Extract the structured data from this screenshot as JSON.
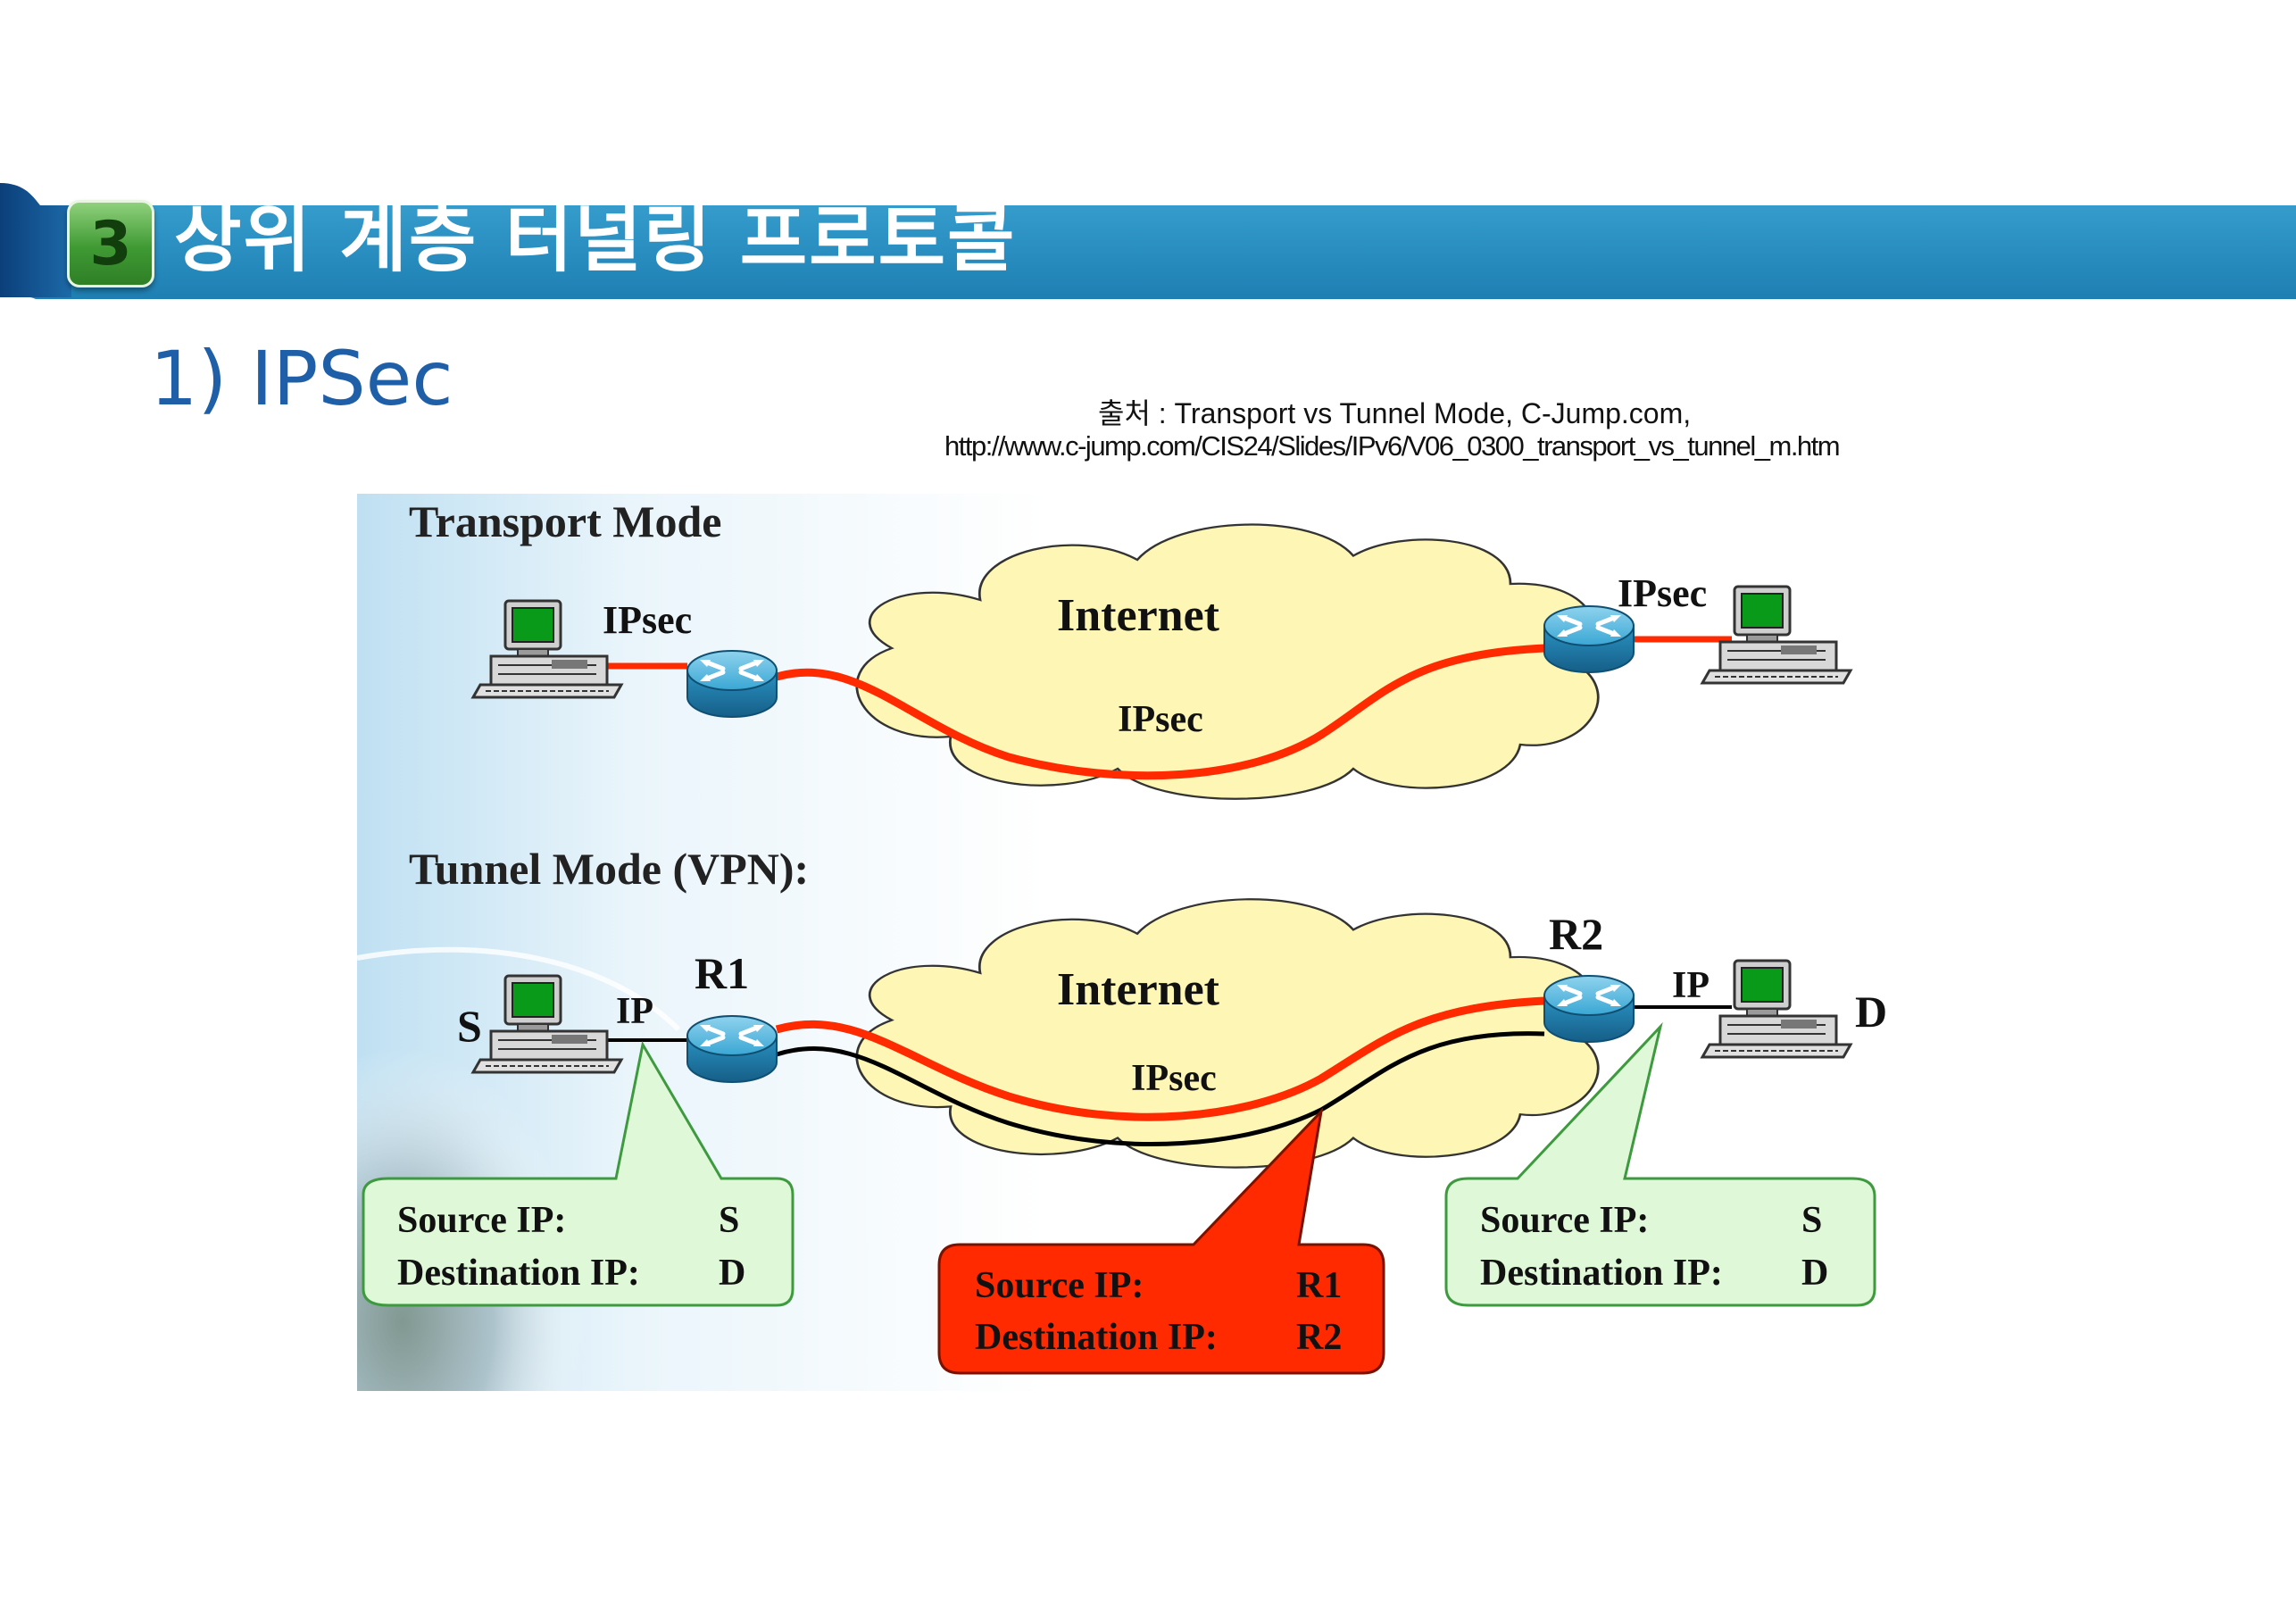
{
  "header": {
    "section_number": "3",
    "title": "상위 계층 터널링 프로토콜"
  },
  "subtitle": "1) IPSec",
  "source": {
    "line1": "출처 : Transport vs Tunnel Mode, C-Jump.com,",
    "line2": "http://www.c-jump.com/CIS24/Slides/IPv6/V06_0300_transport_vs_tunnel_m.htm"
  },
  "diagram": {
    "transport_title": "Transport Mode",
    "tunnel_title": "Tunnel Mode (VPN):",
    "internet_label": "Internet",
    "transport_left_label": "IPsec",
    "transport_right_label": "IPsec",
    "transport_tunnel_label": "IPsec",
    "tunnel_ipsec_label": "IPsec",
    "host_s": "S",
    "host_d": "D",
    "router_r1": "R1",
    "router_r2": "R2",
    "ip_left": "IP",
    "ip_right": "IP",
    "left_box": {
      "src_label": "Source IP:",
      "src_value": "S",
      "dst_label": "Destination IP:",
      "dst_value": "D"
    },
    "middle_box": {
      "src_label": "Source IP:",
      "src_value": "R1",
      "dst_label": "Destination IP:",
      "dst_value": "R2"
    },
    "right_box": {
      "src_label": "Source IP:",
      "src_value": "S",
      "dst_label": "Destination IP:",
      "dst_value": "D"
    }
  },
  "colors": {
    "header_bar": "#2a8fc0",
    "subtitle": "#1f5fa8",
    "tunnel_red": "#ff2a00",
    "cloud_fill": "#fdf6b4",
    "callout_green": "#dff8d8",
    "callout_red": "#ff2a00",
    "router_blue": "#35a6d2"
  }
}
